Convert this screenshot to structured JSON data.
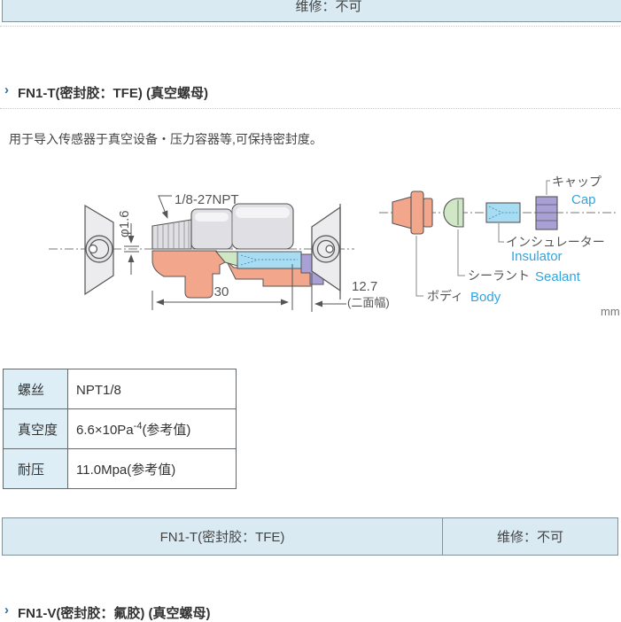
{
  "top_row": {
    "maintenance": "维修：不可"
  },
  "section": {
    "heading": "FN1-T(密封胶：TFE) (真空螺母)",
    "description": "用于导入传感器于真空设备・压力容器等,可保持密封度。"
  },
  "diagram": {
    "thread_label": "1/8-27NPT",
    "diameter_label": "φ1.6",
    "length_label": "30",
    "flats_label": "12.7",
    "flats_note": "(二面幅)",
    "unit_label": "mm",
    "parts": {
      "cap_jp": "キャップ",
      "cap_en": "Cap",
      "insulator_jp": "インシュレーター",
      "insulator_en": "Insulator",
      "sealant_jp": "シーラント",
      "sealant_en": "Sealant",
      "body_jp": "ボディ",
      "body_en": "Body"
    },
    "colors": {
      "body": "#f2a68c",
      "sealant": "#cfe7c5",
      "insulator": "#a8dcf2",
      "cap": "#a9a0d6",
      "metal": "#e0e0e4",
      "english_label": "#35a3dc"
    }
  },
  "spec_table": {
    "rows": [
      {
        "label": "螺丝",
        "pre": "NPT1/8",
        "sup": "",
        "post": ""
      },
      {
        "label": "真空度",
        "pre": "6.6×10Pa",
        "sup": "-4",
        "post": "(参考值)"
      },
      {
        "label": "耐压",
        "pre": "11.0Mpa(参考值)",
        "sup": "",
        "post": ""
      }
    ]
  },
  "bottom_table": {
    "model": "FN1-T(密封胶：TFE)",
    "maintenance": "维修：不可"
  },
  "next_section": {
    "heading": "FN1-V(密封胶：氟胶) (真空螺母)"
  }
}
